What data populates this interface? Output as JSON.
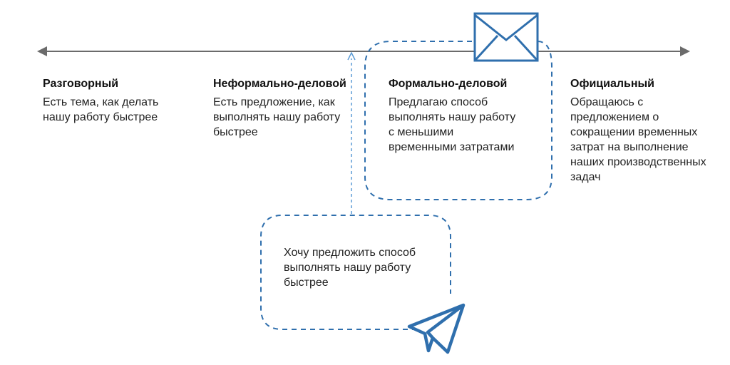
{
  "columns": [
    {
      "title": "Разговорный",
      "text": "Есть тема, как делать нашу работу быстрее"
    },
    {
      "title": "Неформально-деловой",
      "text": "Есть предложение, как выполнять нашу работу быстрее"
    },
    {
      "title": "Формально-деловой",
      "text": "Предлагаю способ выполнять нашу работу с меньшими временными затратами"
    },
    {
      "title": "Официальный",
      "text": "Обращаюсь с предложением  о сокращении временных затрат на выполнение наших производственных задач"
    }
  ],
  "bubble": {
    "text": "Хочу предложить способ выполнять нашу работу быстрее"
  },
  "icons": [
    "envelope-icon",
    "paper-plane-icon"
  ],
  "colors": {
    "axis": "#6b6b6b",
    "accent": "#2f6fad",
    "dashed_arrow": "#5b9bd5"
  }
}
